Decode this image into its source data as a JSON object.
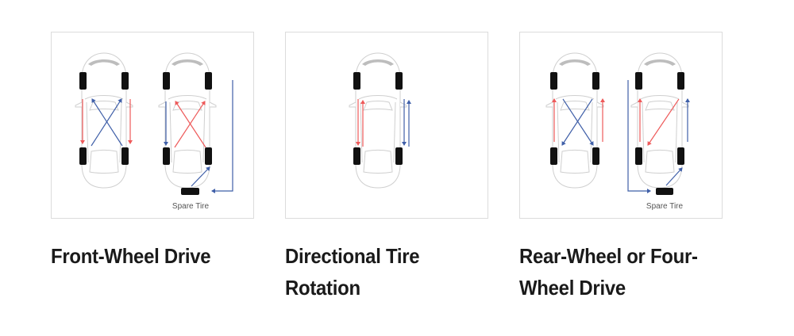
{
  "cards": [
    {
      "title": "Front-Wheel Drive",
      "spare_label": "Spare Tire"
    },
    {
      "title": "Directional Tire Rotation"
    },
    {
      "title": "Rear-Wheel or Four-Wheel Drive",
      "spare_label": "Spare Tire"
    }
  ],
  "colors": {
    "red_arrow": "#ee5a5a",
    "blue_arrow": "#3f5fa8",
    "tire": "#111111",
    "car_outline": "#cfcfcf",
    "panel_border": "#dcdcdc",
    "title_text": "#1a1a1a"
  }
}
